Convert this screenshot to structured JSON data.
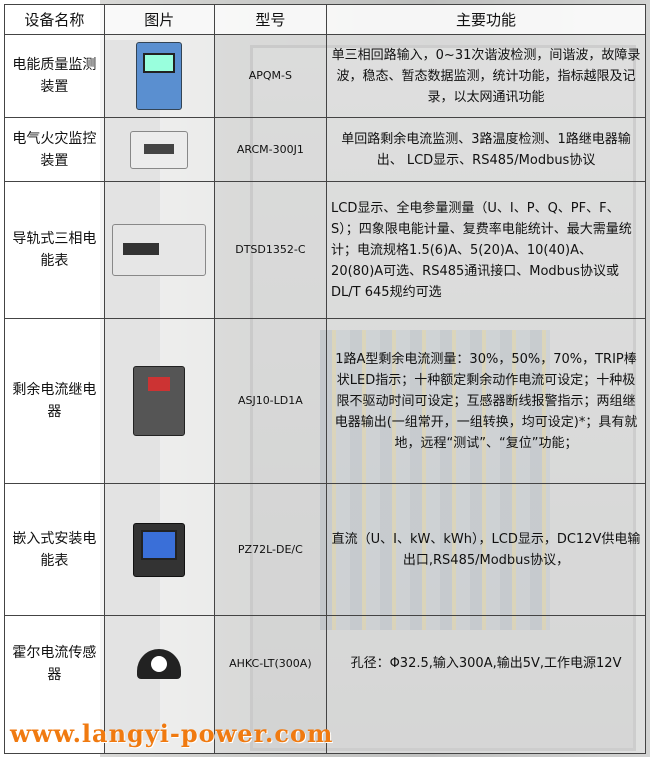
{
  "headers": [
    "设备名称",
    "图片",
    "型号",
    "主要功能"
  ],
  "rows": [
    {
      "name": "电能质量监测装置",
      "model": "APQM-S",
      "function": "单三相回路输入，0~31次谐波检测，间谐波，故障录波，稳态、暂态数据监测，统计功能，指标越限及记录，以太网通讯功能",
      "image_icon": "power-quality-monitor-image"
    },
    {
      "name": "电气火灾监控装置",
      "model": "ARCM-300J1",
      "function": "单回路剩余电流监测、3路温度检测、1路继电器输出、 LCD显示、RS485/Modbus协议",
      "image_icon": "fire-monitor-image"
    },
    {
      "name": "导轨式三相电能表",
      "model": "DTSD1352-C",
      "function": "LCD显示、全电参量测量（U、I、P、Q、PF、F、S）；四象限电能计量、复费率电能统计、最大需量统计；电流规格1.5(6)A、5(20)A、10(40)A、20(80)A可选、RS485通讯接口、Modbus协议或DL/T 645规约可选",
      "image_icon": "din-rail-meter-image"
    },
    {
      "name": "剩余电流继电器",
      "model": "ASJ10-LD1A",
      "function": "1路A型剩余电流测量：30%，50%，70%，TRIP棒状LED指示；十种额定剩余动作电流可设定；十种极限不驱动时间可设定；互感器断线报警指示；两组继电器输出(一组常开，一组转换，均可设定)*；具有就地，远程“测试”、“复位”功能；",
      "image_icon": "residual-current-relay-image"
    },
    {
      "name": "嵌入式安装电能表",
      "model": "PZ72L-DE/C",
      "function": "直流（U、I、kW、kWh），LCD显示，DC12V供电输出口,RS485/Modbus协议，",
      "image_icon": "panel-meter-image"
    },
    {
      "name": "霍尔电流传感器",
      "model": "AHKC-LT(300A)",
      "function": "孔径：Φ32.5,输入300A,输出5V,工作电源12V",
      "image_icon": "hall-sensor-image"
    }
  ],
  "watermark": "www.langyi-power.com"
}
